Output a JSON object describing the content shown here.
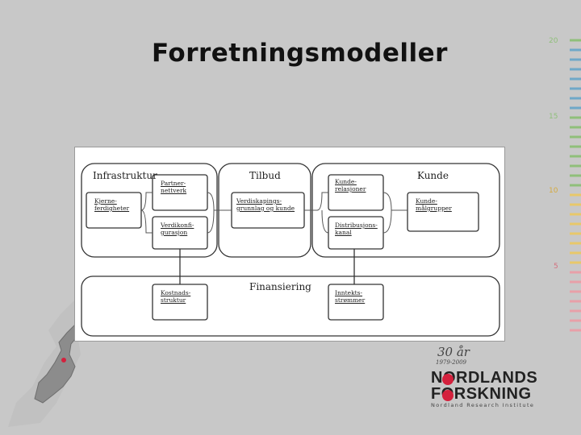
{
  "slide": {
    "title": "Forretningsmodeller"
  },
  "ruler": {
    "labels": [
      "20",
      "15",
      "10",
      "5"
    ]
  },
  "diagram": {
    "sections": {
      "infrastruktur": "Infrastruktur",
      "tilbud": "Tilbud",
      "kunde": "Kunde",
      "finansiering": "Finansiering"
    },
    "boxes": {
      "partner_line1": "Partner-",
      "partner_line2": "nettverk",
      "kjerne_line1": "Kjerne-",
      "kjerne_line2": "ferdigheter",
      "verdikonfig_line1": "Verdikonfi-",
      "verdikonfig_line2": "gurasjon",
      "verdiskaping_line1": "Verdiskapings-",
      "verdiskaping_line2": "grunnlag og kunde",
      "kunderel_line1": "Kunde-",
      "kunderel_line2": "relasjoner",
      "distribusjon_line1": "Distribusjons-",
      "distribusjon_line2": "kanal",
      "kundesegment_line1": "Kunde-",
      "kundesegment_line2": "målgrupper",
      "kostnad_line1": "Kostnads-",
      "kostnad_line2": "struktur",
      "inntekt_line1": "Inntekts-",
      "inntekt_line2": "strømmer"
    }
  },
  "logo": {
    "anniversary": "30 år",
    "years": "1979-2009",
    "name_line1": "NORDLANDS",
    "name_line2": "FORSKNING",
    "subtitle": "Nordland Research Institute",
    "accent_color": "#d4213d"
  }
}
